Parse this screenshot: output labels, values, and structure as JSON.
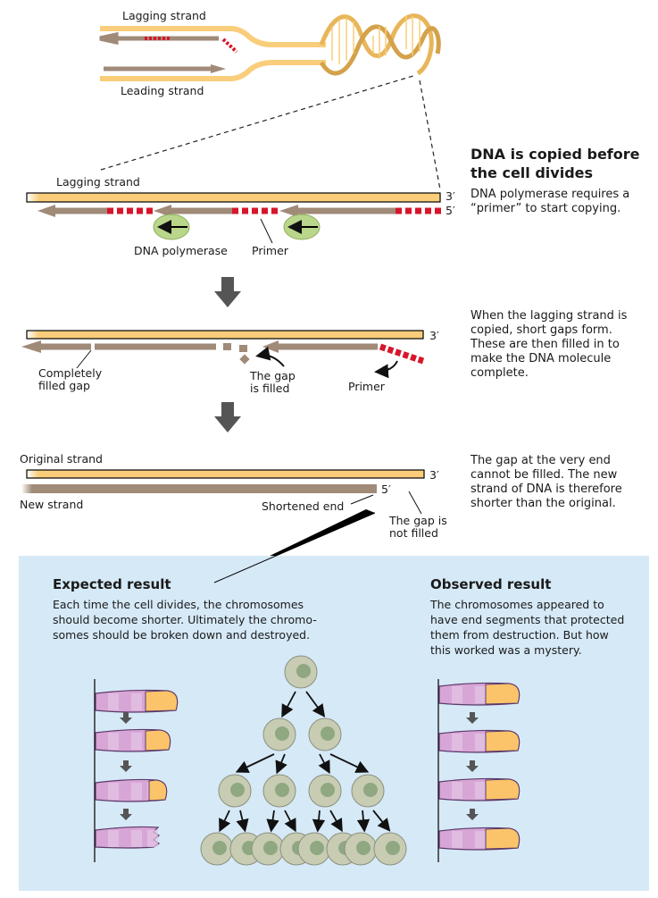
{
  "colors": {
    "template_strand": "#f9cd7a",
    "new_strand": "#a08a78",
    "primer": "#d7152b",
    "polymerase": "#b9d68a",
    "panel_bg": "#d6e9f7",
    "chromosome": "#d8a6d6",
    "telomere": "#fbc46a",
    "cell": "#c8ccb2",
    "nucleus": "#8fa882",
    "arrow_dark": "#555555"
  },
  "fork": {
    "lagging_label": "Lagging strand",
    "leading_label": "Leading strand"
  },
  "step1": {
    "strand_label": "Lagging strand",
    "end_3": "3′",
    "end_5": "5′",
    "polymerase_label": "DNA polymerase",
    "primer_label": "Primer",
    "side_title": "DNA is copied before the cell divides",
    "side_text": "DNA polymerase requires a “primer” to start copying."
  },
  "step2": {
    "end_3": "3′",
    "filled_gap_label": "Completely filled gap",
    "gap_filled_label": "The gap is filled",
    "primer_label": "Primer",
    "side_text": "When the lagging strand is copied, short gaps form. These are then filled in to make the DNA molecule complete."
  },
  "step3": {
    "original_label": "Original strand",
    "new_label": "New strand",
    "end_3": "3′",
    "end_5": "5′",
    "shortened_label": "Shortened end",
    "not_filled_label": "The gap is not filled",
    "side_text": "The gap at the very end cannot be filled. The new strand of DNA is therefore shorter than the original."
  },
  "expected": {
    "title": "Expected result",
    "text": "Each time the cell divides, the chromosomes should become shorter. Ultimately the chromo-somes should be broken down and destroyed."
  },
  "observed": {
    "title": "Observed result",
    "text": "The chromosomes appeared to have end segments that protected them from destruction. But how this worked was a mystery."
  },
  "cell_division": {
    "generations": [
      1,
      2,
      4,
      8
    ]
  }
}
